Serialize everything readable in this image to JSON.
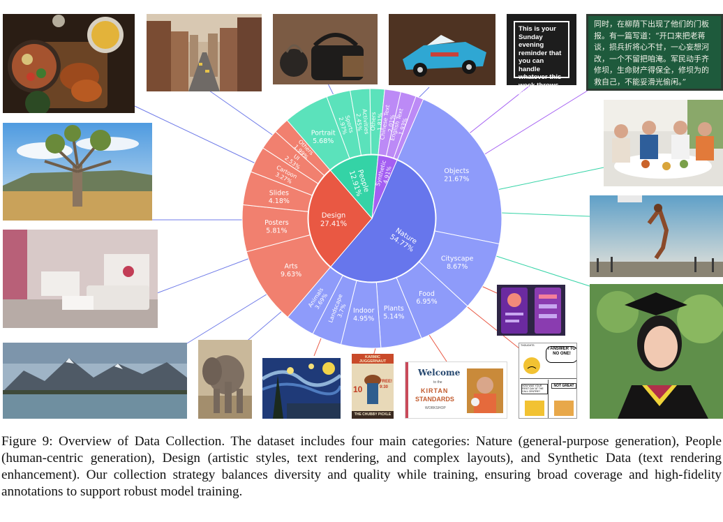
{
  "chart_data": {
    "type": "sunburst",
    "inner": [
      {
        "name": "Nature",
        "value": 54.77,
        "color": "#6776ec"
      },
      {
        "name": "Design",
        "value": 27.41,
        "color": "#e95843"
      },
      {
        "name": "People",
        "value": 12.91,
        "color": "#34d3a6"
      },
      {
        "name": "Synthetic",
        "value": 4.91,
        "color": "#a45ff2"
      }
    ],
    "outer": [
      {
        "name": "Objects",
        "value": 21.67,
        "parent": "Nature",
        "color": "#8e9bfa"
      },
      {
        "name": "Cityscape",
        "value": 8.67,
        "parent": "Nature",
        "color": "#8e9bfa"
      },
      {
        "name": "Food",
        "value": 6.95,
        "parent": "Nature",
        "color": "#8e9bfa"
      },
      {
        "name": "Plants",
        "value": 5.14,
        "parent": "Nature",
        "color": "#8e9bfa"
      },
      {
        "name": "Indoor",
        "value": 4.95,
        "parent": "Nature",
        "color": "#8e9bfa"
      },
      {
        "name": "Landscape",
        "value": 3.7,
        "parent": "Nature",
        "color": "#8e9bfa"
      },
      {
        "name": "Animals",
        "value": 3.69,
        "parent": "Nature",
        "color": "#8e9bfa"
      },
      {
        "name": "Arts",
        "value": 9.63,
        "parent": "Design",
        "color": "#f1806f"
      },
      {
        "name": "Posters",
        "value": 5.81,
        "parent": "Design",
        "color": "#f1806f"
      },
      {
        "name": "Slides",
        "value": 4.18,
        "parent": "Design",
        "color": "#f1806f"
      },
      {
        "name": "Cartoon",
        "value": 3.27,
        "parent": "Design",
        "color": "#f1806f"
      },
      {
        "name": "UI",
        "value": 2.53,
        "parent": "Design",
        "color": "#f1806f"
      },
      {
        "name": "Others",
        "value": 1.99,
        "parent": "Design",
        "color": "#f1806f"
      },
      {
        "name": "Portrait",
        "value": 5.68,
        "parent": "People",
        "color": "#5be2bb"
      },
      {
        "name": "Sports",
        "value": 2.97,
        "parent": "People",
        "color": "#5be2bb"
      },
      {
        "name": "Activities",
        "value": 2.45,
        "parent": "People",
        "color": "#5be2bb"
      },
      {
        "name": "Others",
        "value": 1.81,
        "parent": "People",
        "color": "#5be2bb"
      },
      {
        "name": "Chinese Text",
        "value": 2.01,
        "parent": "Synthetic",
        "color": "#bc8af6"
      },
      {
        "name": "English Text",
        "value": 1.93,
        "parent": "Synthetic",
        "color": "#bc8af6"
      },
      {
        "name": "",
        "value": 0.97,
        "parent": "Synthetic",
        "color": "#bc8af6"
      }
    ]
  },
  "images": {
    "sunday_text": "This is your Sunday evening reminder that you can handle whatever this week throws at you.",
    "chinese_text": "同时，在柳荫下出现了他们的门板报。有一篇写道：“开口来把老蒋谈，损兵折将心不甘，一心妄想河改，一个不留把咱淹。军民动手齐修坝，生命财产得保全，修坝为的救自己，不能妥滑光偷闲。”",
    "poster_top": "KARMIC JUGGERNAUT",
    "poster_left": "10",
    "poster_right": "FREE! 9:30",
    "poster_bottom": "THE CHUBBY PICKLE",
    "slide_welcome": "Welcome",
    "slide_to": "to the",
    "slide_title1": "KIRTAN",
    "slide_title2": "STANDARDS",
    "slide_workshop": "WORKSHOP",
    "comic_bubble": "I ANSWER TO NO ONE!",
    "comic_top_label": "THOUGHTS",
    "comic_question": "HOW WAS YOUR FIRST DAY AT THE CALL CENTRE?",
    "comic_answer": "NOT GREAT"
  },
  "caption": "Figure 9: Overview of Data Collection. The dataset includes four main categories: Nature (general-purpose generation), People (human-centric generation), Design (artistic styles, text rendering, and complex layouts), and Synthetic Data (text rendering enhancement). Our collection strategy balances diversity and quality while training, ensuring broad coverage and high-fidelity annotations to support robust model training."
}
